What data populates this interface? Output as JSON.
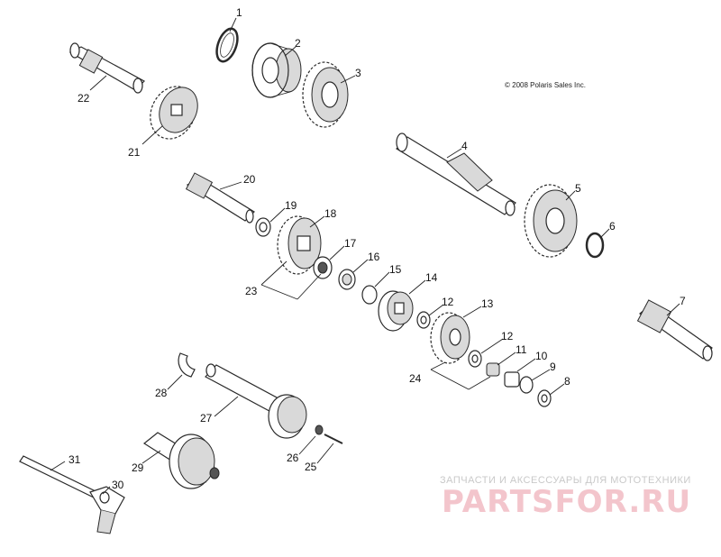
{
  "copyright": "© 2008 Polaris Sales Inc.",
  "watermark": {
    "top": "ЗАПЧАСТИ И АКСЕССУАРЫ ДЛЯ МОТОТЕХНИКИ",
    "main": "PARTSFOR.RU"
  },
  "labels": {
    "p1": "1",
    "p2": "2",
    "p3": "3",
    "p4": "4",
    "p5": "5",
    "p6": "6",
    "p7": "7",
    "p8": "8",
    "p9": "9",
    "p10": "10",
    "p11": "11",
    "p12a": "12",
    "p12b": "12",
    "p13": "13",
    "p14": "14",
    "p15": "15",
    "p16": "16",
    "p17": "17",
    "p18": "18",
    "p19": "19",
    "p20": "20",
    "p21": "21",
    "p22": "22",
    "p23": "23",
    "p24": "24",
    "p25": "25",
    "p26": "26",
    "p27": "27",
    "p28": "28",
    "p29": "29",
    "p30": "30",
    "p31": "31"
  }
}
